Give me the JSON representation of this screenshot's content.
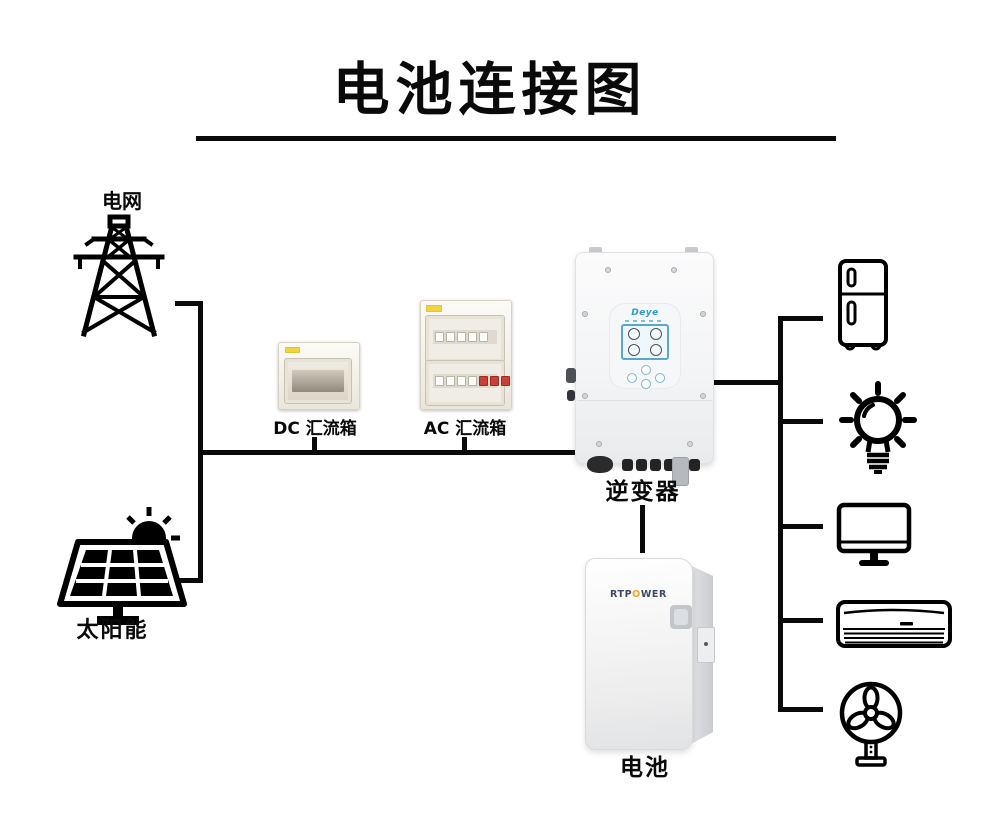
{
  "title": {
    "text": "电池连接图"
  },
  "nodes": {
    "grid": {
      "label": "电网",
      "icon": "transmission-tower-icon"
    },
    "solar": {
      "label": "太阳能",
      "icon": "solar-panel-icon"
    },
    "dc_box": {
      "label": "DC 汇流箱",
      "icon": "dc-combiner-box-photo"
    },
    "ac_box": {
      "label": "AC 汇流箱",
      "icon": "ac-combiner-box-photo"
    },
    "inverter": {
      "label": "逆变器",
      "brand": "Deye",
      "icon": "inverter-photo"
    },
    "battery": {
      "label": "电池",
      "brand_parts": [
        "RTP",
        "O",
        "WER"
      ],
      "icon": "battery-photo"
    }
  },
  "appliances": [
    {
      "name": "refrigerator"
    },
    {
      "name": "light-bulb"
    },
    {
      "name": "monitor"
    },
    {
      "name": "air-conditioner"
    },
    {
      "name": "fan"
    }
  ],
  "colors": {
    "line": "#0a0a0a",
    "combiner_label_yellow": "#f3d43c",
    "inverter_screen_blue": "#58a8cc",
    "battery_logo_navy": "#3d4a66",
    "battery_logo_orange": "#f5a320"
  }
}
